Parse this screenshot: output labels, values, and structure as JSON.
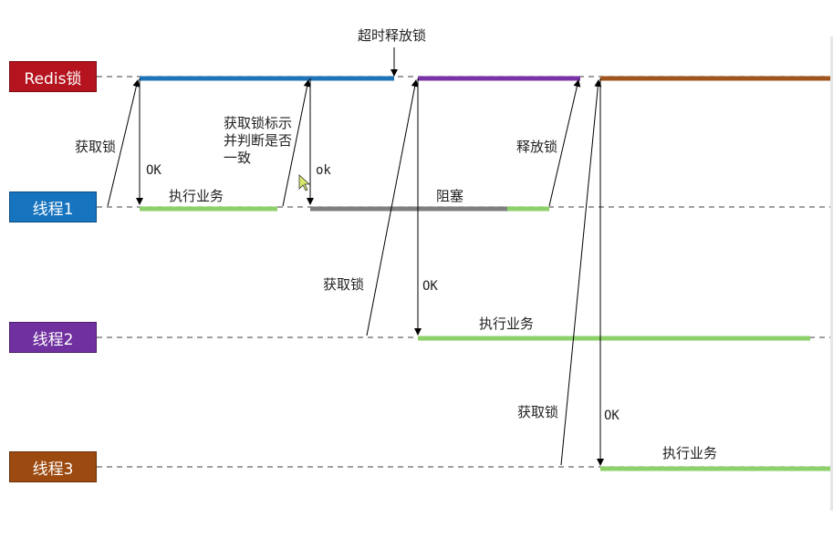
{
  "colors": {
    "redis": "#b5141f",
    "thread1": "#1673be",
    "thread2": "#7030a0",
    "thread3": "#9c4a0f",
    "lock_t1": "#1f73b7",
    "lock_t2": "#7a33a6",
    "lock_t3": "#a0551c",
    "work": "#8ed06a",
    "blocked": "#7f7f7f",
    "dashed": "#666666",
    "arrow": "#000000"
  },
  "lanes": [
    {
      "key": "redis",
      "label": "Redis锁"
    },
    {
      "key": "t1",
      "label": "线程1"
    },
    {
      "key": "t2",
      "label": "线程2"
    },
    {
      "key": "t3",
      "label": "线程3"
    }
  ],
  "annotations": {
    "timeout_release": "超时释放锁",
    "t1_acquire": "获取锁",
    "t1_ok": "OK",
    "t1_check_line1": "获取锁标示",
    "t1_check_line2": "并判断是否",
    "t1_check_line3": "一致",
    "t1_ok2": "ok",
    "t1_work": "执行业务",
    "t1_blocked": "阻塞",
    "t1_release": "释放锁",
    "t2_acquire": "获取锁",
    "t2_ok": "OK",
    "t2_work": "执行业务",
    "t3_acquire": "获取锁",
    "t3_ok": "OK",
    "t3_work": "执行业务"
  }
}
